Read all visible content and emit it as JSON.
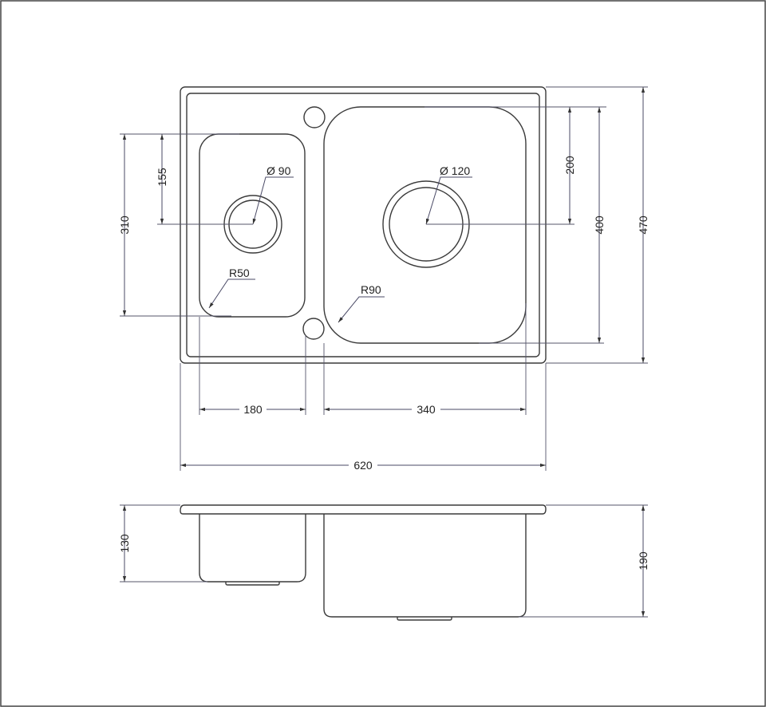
{
  "drawing": {
    "top_view": {
      "dimensions": {
        "total_width": "620",
        "total_depth": "470",
        "small_bowl_width": "180",
        "large_bowl_width": "340",
        "small_bowl_depth": "310",
        "small_drain_offset": "155",
        "large_bowl_depth": "400",
        "large_drain_offset": "200"
      },
      "annotations": {
        "small_drain_diameter": "Ø 90",
        "large_drain_diameter": "Ø 120",
        "small_bowl_radius": "R50",
        "large_bowl_radius": "R90"
      }
    },
    "side_view": {
      "dimensions": {
        "small_bowl_height": "130",
        "large_bowl_height": "190"
      }
    }
  }
}
